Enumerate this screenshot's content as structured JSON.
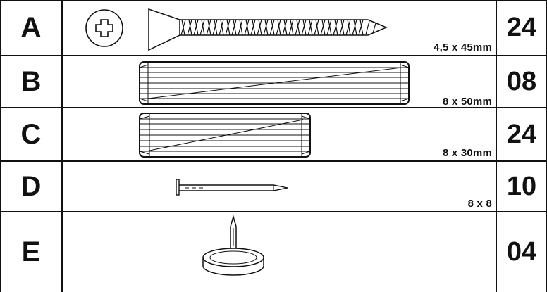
{
  "parts": [
    {
      "letter": "A",
      "size": "4,5 x 45mm",
      "qty": "24",
      "item": "screw"
    },
    {
      "letter": "B",
      "size": "8 x 50mm",
      "qty": "08",
      "item": "dowel"
    },
    {
      "letter": "C",
      "size": "8 x 30mm",
      "qty": "24",
      "item": "dowel"
    },
    {
      "letter": "D",
      "size": "8 x 8",
      "qty": "10",
      "item": "nail"
    },
    {
      "letter": "E",
      "size": "",
      "qty": "04",
      "item": "glide"
    }
  ]
}
